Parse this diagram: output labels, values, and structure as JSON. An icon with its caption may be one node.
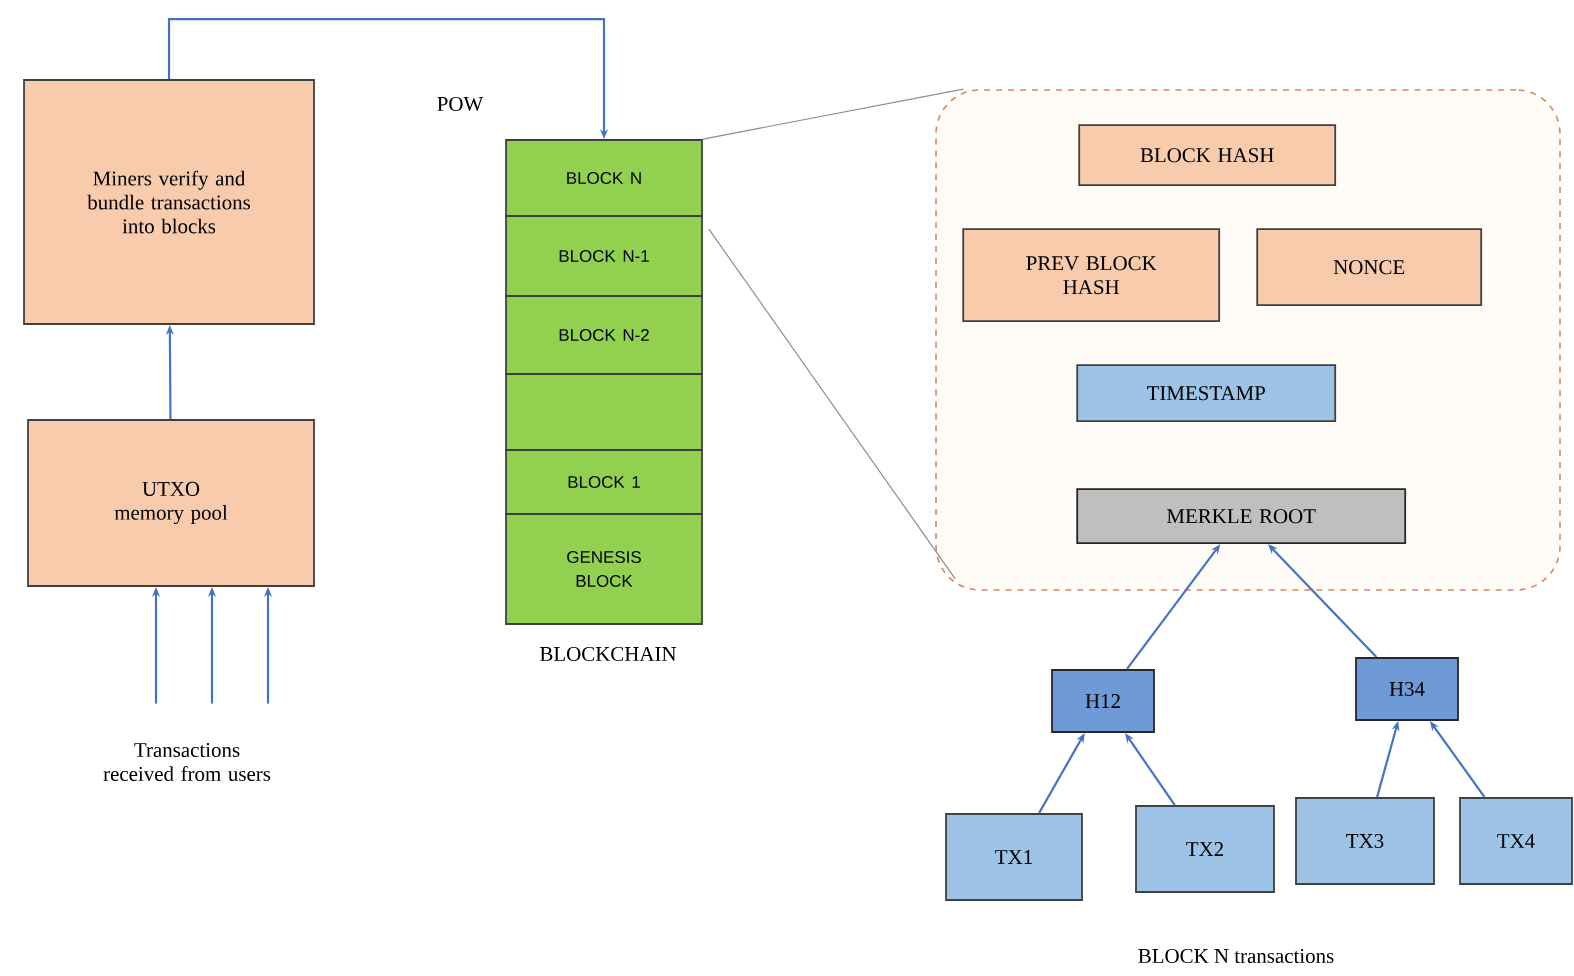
{
  "diagram": {
    "nodes": [
      {
        "text": [
          "Miners verify and bundle transactions into blocks"
        ]
      },
      {
        "text": [
          "UTXO memory pool"
        ]
      },
      {
        "text": [
          "Transactions received from users"
        ]
      },
      {
        "text": [
          "BLOCK N"
        ]
      },
      {
        "text": [
          "BLOCK N-1"
        ]
      },
      {
        "text": [
          "BLOCK N-2"
        ]
      },
      {
        "text": [],
        "shape": "box"
      },
      {
        "text": [
          "BLOCK 1"
        ]
      },
      {
        "text": [
          "GENESIS BLOCK"
        ]
      },
      {
        "text": [],
        "shape": "box"
      },
      {
        "text": [
          "BLOCK HASH"
        ],
        "in": 9
      },
      {
        "text": [
          "PREV BLOCK HASH"
        ],
        "in": 9
      },
      {
        "text": [
          "NONCE"
        ],
        "in": 9
      },
      {
        "text": [
          "TIMESTAMP"
        ],
        "in": 9
      },
      {
        "text": [
          "MERKLE ROOT"
        ],
        "in": 9
      },
      {
        "text": [
          "H12"
        ]
      },
      {
        "text": [
          "H34"
        ]
      },
      {
        "text": [
          "TX1"
        ]
      },
      {
        "text": [
          "TX2"
        ]
      },
      {
        "text": [
          "TX3"
        ]
      },
      {
        "text": [
          "TX4"
        ]
      }
    ],
    "edges": [
      {
        "from": 1,
        "to": 0,
        "arrow": "to"
      },
      {
        "from": 2,
        "to": 1,
        "arrow": "to"
      },
      {
        "from": 2,
        "to": 1,
        "arrow": "to"
      },
      {
        "from": 2,
        "to": 1,
        "arrow": "to"
      },
      {
        "from": 0,
        "to": 3,
        "arrow": "to",
        "label": "POW"
      },
      {
        "from": 3,
        "to": 9,
        "arrow": "none",
        "color": "#8c8c8c"
      },
      {
        "from": 4,
        "to": 9,
        "arrow": "none",
        "color": "#8c8c8c"
      },
      {
        "from": 15,
        "to": 14,
        "arrow": "to"
      },
      {
        "from": 16,
        "to": 14,
        "arrow": "to"
      },
      {
        "from": 17,
        "to": 15,
        "arrow": "to"
      },
      {
        "from": 18,
        "to": 15,
        "arrow": "to"
      },
      {
        "from": 19,
        "to": 16,
        "arrow": "to"
      },
      {
        "from": 20,
        "to": 16,
        "arrow": "to"
      }
    ],
    "labels": [
      "BLOCKCHAIN",
      "BLOCK N transactions"
    ]
  }
}
